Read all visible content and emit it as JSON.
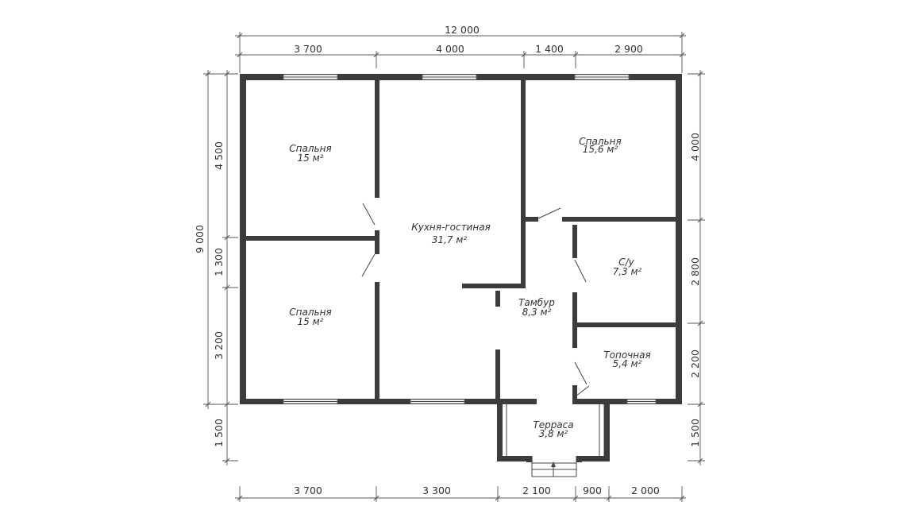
{
  "dimensions": {
    "top_total": "12 000",
    "top_segments": [
      "3 700",
      "4 000",
      "1 400",
      "2 900"
    ],
    "bottom_segments": [
      "3 700",
      "3 300",
      "2 100",
      "900",
      "2 000"
    ],
    "left_total": "9 000",
    "left_segments": [
      "4 500",
      "1 300",
      "3 200",
      "1 500"
    ],
    "right_segments": [
      "4 000",
      "2 800",
      "2 200",
      "1 500"
    ]
  },
  "rooms": [
    {
      "name": "Спальня",
      "area": "15 м²"
    },
    {
      "name": "Спальня",
      "area": "15 м²"
    },
    {
      "name": "Кухня-гостиная",
      "area": "31,7 м²"
    },
    {
      "name": "Спальня",
      "area": "15,6 м²"
    },
    {
      "name": "С/у",
      "area": "7,3 м²"
    },
    {
      "name": "Тамбур",
      "area": "8,3 м²"
    },
    {
      "name": "Топочная",
      "area": "5,4 м²"
    },
    {
      "name": "Терраса",
      "area": "3,8 м²"
    }
  ]
}
